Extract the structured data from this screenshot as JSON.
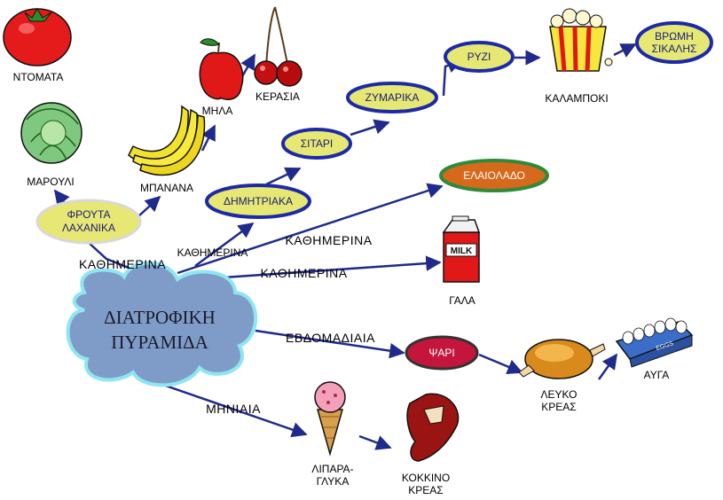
{
  "central": {
    "line1": "ΔΙΑΤΡΟΦΙΚΗ",
    "line2": "ΠΥΡΑΜΙΔΑ"
  },
  "nodes": {
    "fruits_veg": {
      "line1": "ΦΡΟΥΤΑ",
      "line2": "ΛΑΧΑΝΙΚΑ"
    },
    "cereals": "ΔΗΜΗΤΡΙΑΚΑ",
    "wheat": "ΣΙΤΑΡΙ",
    "pasta": "ΖΥΜΑΡΙΚΑ",
    "rice": "ΡΥΖΙ",
    "rye_bread": {
      "line1": "ΒΡΩΜΗ",
      "line2": "ΣΙΚΑΛΗΣ"
    },
    "olive_oil": "ΕΛΑΙΟΛΑΔΟ",
    "fish": "ΨΑΡΙ"
  },
  "food_labels": {
    "tomato": "ΝΤΟΜΑΤΑ",
    "lettuce": "ΜΑΡΟΥΛΙ",
    "banana": "ΜΠΑΝΑΝΑ",
    "apple": "ΜΗΛΑ",
    "cherries": "ΚΕΡΑΣΙΑ",
    "corn": "ΚΑΛΑΜΠΟΚΙ",
    "milk": "ΓΑΛΑ",
    "milk_carton": "MILK",
    "white_meat": {
      "line1": "ΛΕΥΚΟ",
      "line2": "ΚΡΕΑΣ"
    },
    "eggs": "ΑΥΓΑ",
    "eggs_box": "EGGS",
    "sweets": {
      "line1": "ΛΙΠΑΡΑ-",
      "line2": "ΓΛΥΚΑ"
    },
    "red_meat": {
      "line1": "ΚΟΚΚΙΝΟ",
      "line2": "ΚΡΕΑΣ"
    }
  },
  "frequency": {
    "daily_1": "ΚΑΘΗΜΕΡΙΝΑ",
    "daily_2": "ΚΑΘΗΜΕΡΙΝΑ",
    "daily_3": "ΚΑΘΗΜΕΡΙΝΑ",
    "daily_4": "ΚΑΘΗΜΕΡΙΝΑ",
    "weekly": "ΕΒΔΟΜΑΔΙΑΙΑ",
    "monthly": "ΜΗΝΙΑΙΑ"
  },
  "colors": {
    "arrow": "#1f2a8c",
    "node_fill_yellow": "#e6e873",
    "node_fill_gray": "#d8d8d8",
    "node_border": "#1c2aa8",
    "olive_fill": "#d6691c",
    "olive_border": "#2e8b3a",
    "fish_fill": "#c4163c",
    "cloud_fill": "#7f9cc8",
    "cloud_border": "#8ee6f0"
  }
}
